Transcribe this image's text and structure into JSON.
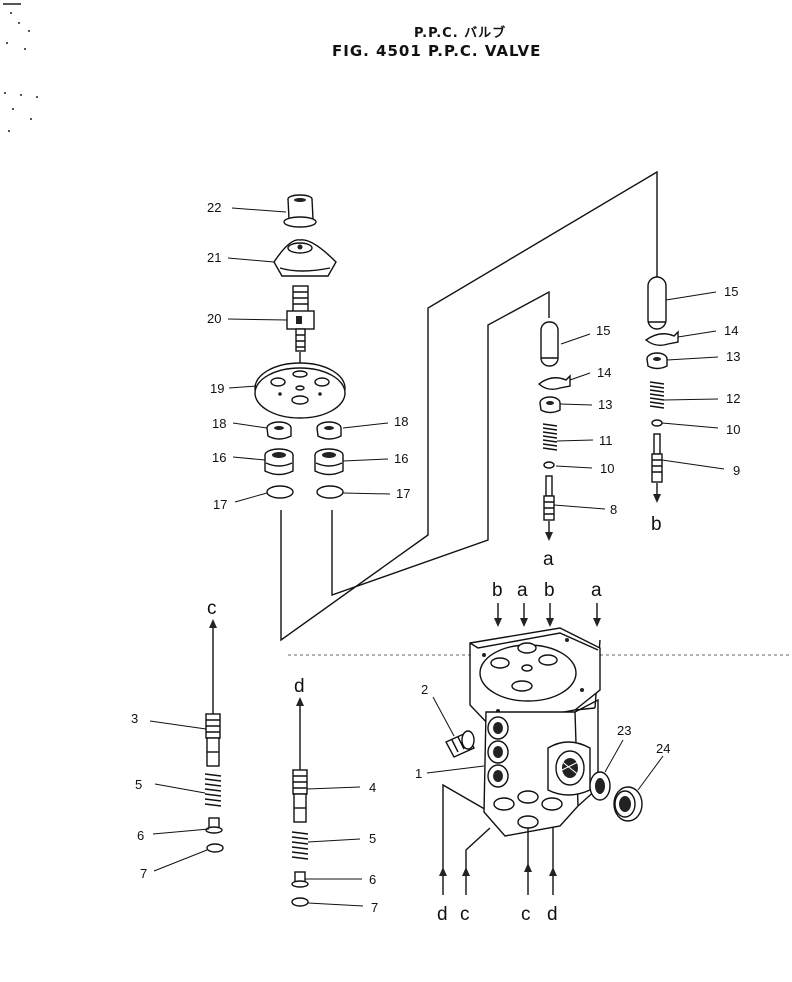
{
  "title": {
    "japanese": "P.P.C. バルブ",
    "figure": "FIG. 4501  P.P.C. VALVE"
  },
  "callouts": {
    "c1": "1",
    "c2": "2",
    "c3": "3",
    "c4": "4",
    "c5a": "5",
    "c5b": "5",
    "c6a": "6",
    "c6b": "6",
    "c7a": "7",
    "c7b": "7",
    "c8": "8",
    "c9": "9",
    "c10a": "10",
    "c10b": "10",
    "c11": "11",
    "c12": "12",
    "c13a": "13",
    "c13b": "13",
    "c14a": "14",
    "c14b": "14",
    "c15a": "15",
    "c15b": "15",
    "c16a": "16",
    "c16b": "16",
    "c17a": "17",
    "c17b": "17",
    "c18a": "18",
    "c18b": "18",
    "c19": "19",
    "c20": "20",
    "c21": "21",
    "c22": "22",
    "c23": "23",
    "c24": "24"
  },
  "ports": {
    "a_top1": "a",
    "a_top2": "a",
    "a_mid": "a",
    "b_top1": "b",
    "b_top2": "b",
    "b_mid": "b",
    "c_left": "c",
    "d_mid": "d",
    "d_bot1": "d",
    "c_bot1": "c",
    "c_bot2": "c",
    "d_bot2": "d"
  }
}
